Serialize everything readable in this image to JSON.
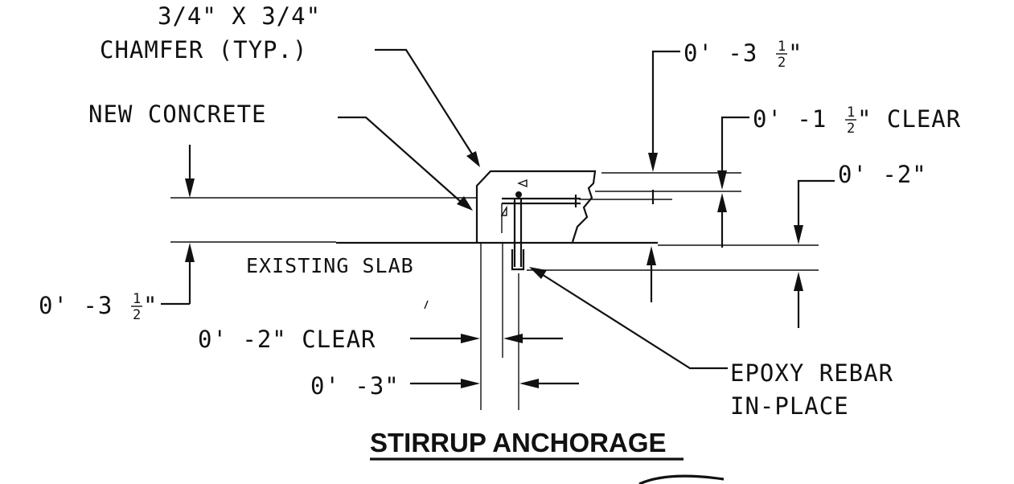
{
  "drawing": {
    "title": "STIRRUP ANCHORAGE",
    "labels": {
      "chamfer_line1": "3/4\" X 3/4\"",
      "chamfer_line2": "CHAMFER (TYP.)",
      "new_concrete": "NEW CONCRETE",
      "existing_slab": "EXISTING SLAB",
      "epoxy_line1": "EPOXY REBAR",
      "epoxy_line2": "IN-PLACE"
    },
    "dimensions": {
      "top_right_prefix": "0' -3",
      "top_right_suffix": "\"",
      "clear_top_prefix": "0' -1",
      "clear_top_suffix": "\" CLEAR",
      "right_two": "0' -2\"",
      "left_prefix": "0' -3",
      "left_suffix": "\"",
      "two_clear": "0' -2\" CLEAR",
      "three": "0' -3\"",
      "frac_num": "1",
      "frac_den": "2"
    }
  }
}
